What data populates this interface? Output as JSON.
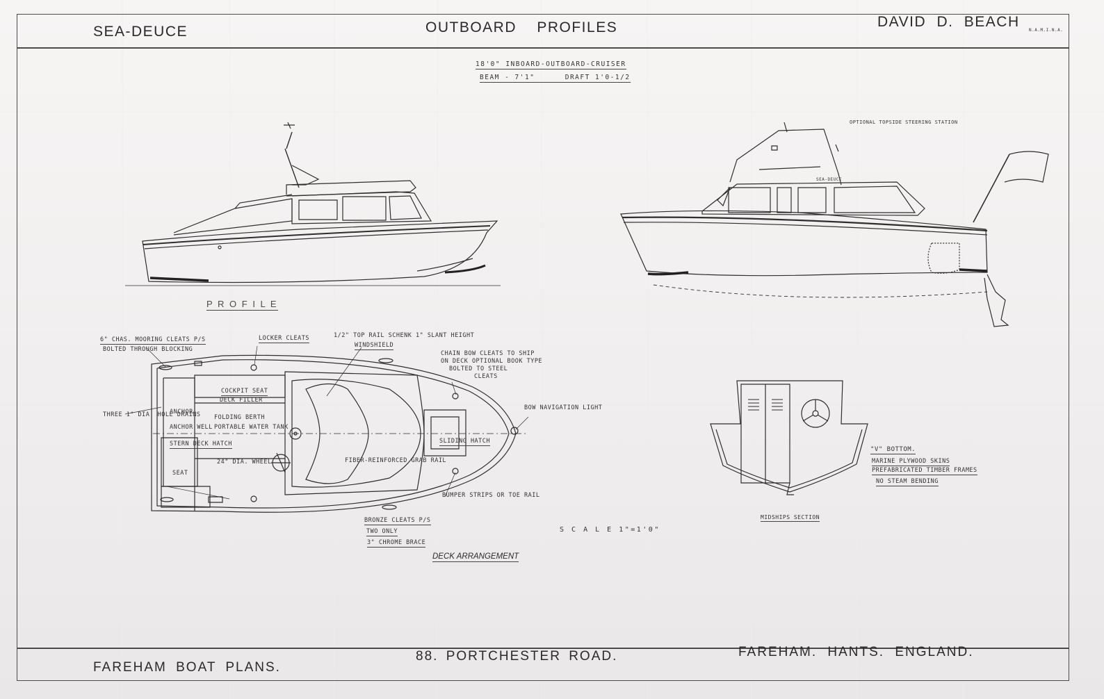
{
  "header": {
    "left": "SEA-DEUCE",
    "center": "OUTBOARD PROFILES",
    "right": "DAVID D. BEACH",
    "right_note": "N.A.M.I.N.A."
  },
  "spec": {
    "line1": "18'0\" INBOARD-OUTBOARD-CRUISER",
    "line2": "BEAM - 7'1\"      DRAFT 1'0-1/2"
  },
  "profile_view": {
    "title": "P R O F I L E"
  },
  "outboard_view": {
    "note": "OPTIONAL TOPSIDE STEERING STATION",
    "boat_name": "SEA-DEUCE"
  },
  "deck_view": {
    "title": "DECK ARRANGEMENT",
    "notes": [
      "6\" CHAS. MOORING CLEATS P/S",
      "BOLTED THROUGH BLOCKING",
      "LOCKER CLEATS",
      "1/2\" TOP RAIL SCHENK 1\" SLANT HEIGHT",
      "WINDSHIELD",
      "CHAIN BOW CLEATS TO SHIP",
      "ON DECK OPTIONAL BOOK TYPE",
      "BOLTED TO STEEL",
      "CLEATS",
      "THREE 1\" DIA. HOLE DRAINS",
      "ANCHOR",
      "ANCHOR WELL",
      "COCKPIT SEAT",
      "DECK FILLER",
      "FOLDING BERTH",
      "PORTABLE WATER TANK",
      "STERN DECK HATCH",
      "SEAT",
      "24\" DIA. WHEEL",
      "SLIDING HATCH",
      "FIBER-REINFORCED GRAB RAIL",
      "BOW NAVIGATION LIGHT",
      "BUMPER STRIPS OR TOE RAIL",
      "BRONZE CLEATS P/S",
      "TWO ONLY",
      "3\" CHROME BRACE"
    ]
  },
  "section_view": {
    "title": "MIDSHIPS SECTION",
    "notes": [
      "\"V\" BOTTOM.",
      "MARINE PLYWOOD SKINS",
      "PREFABRICATED TIMBER FRAMES",
      "NO STEAM BENDING"
    ]
  },
  "scale": "S C A L E  1\"=1'0\"",
  "footer": {
    "left": "FAREHAM  BOAT  PLANS.",
    "center": "88. PORTCHESTER  ROAD.",
    "right": "FAREHAM.  HANTS.  ENGLAND."
  },
  "colors": {
    "paper": "#f1f0ec",
    "ink": "#2a2a2a",
    "border": "#4a4a4a"
  }
}
